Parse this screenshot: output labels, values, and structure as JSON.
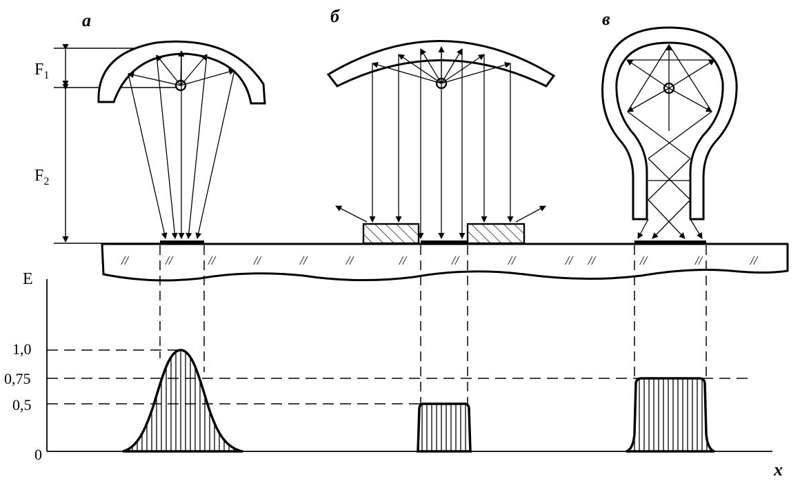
{
  "panels": {
    "a": "а",
    "b": "б",
    "v": "в"
  },
  "labels": {
    "f1_main": "F",
    "f1_sub": "1",
    "f2_main": "F",
    "f2_sub": "2",
    "e_axis": "E",
    "x_axis": "x",
    "origin": "0"
  },
  "ticks": [
    "1,0",
    "0,75",
    "0,5"
  ],
  "curves": {
    "a_peak": 1.0,
    "b_level": 0.5,
    "v_level": 0.75
  }
}
